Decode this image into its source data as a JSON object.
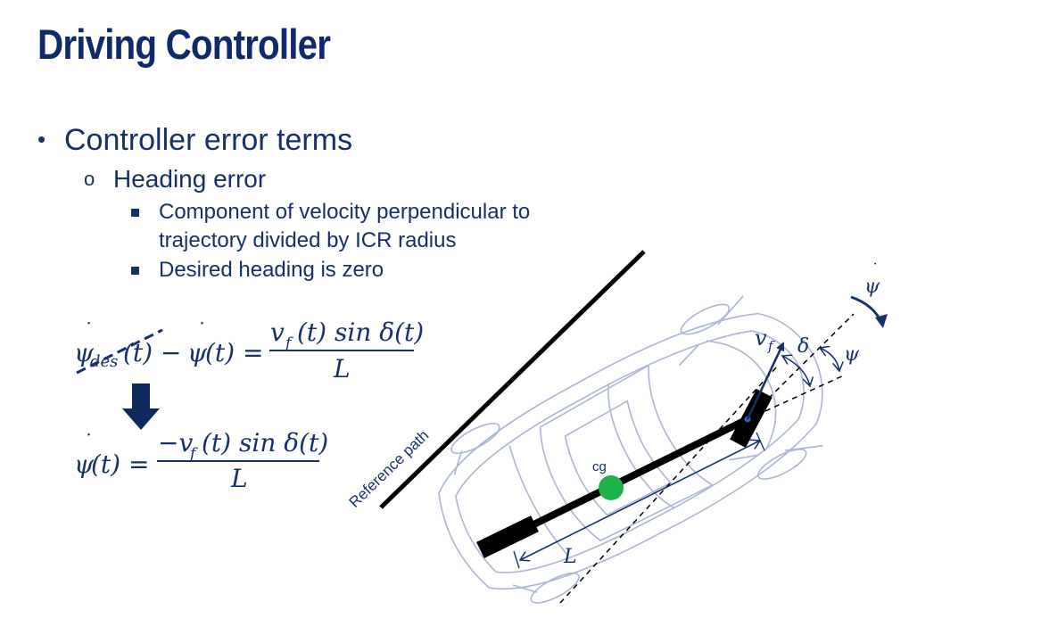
{
  "slide": {
    "title": "Driving Controller"
  },
  "bullets": {
    "level1": "Controller error terms",
    "level2": "Heading error",
    "level3": [
      "Component of velocity perpendicular to",
      "trajectory divided by ICR radius",
      "Desired heading is zero"
    ],
    "marks": {
      "level1": "•",
      "level2": "o"
    }
  },
  "equations": {
    "eq1": {
      "lhs_a": "ψ",
      "lhs_a_sub": "des",
      "lhs_t": "(t)",
      "minus": "−",
      "lhs_b": "ψ",
      "lhs_b_t": "(t) =",
      "numerator": "v",
      "numerator_sub": "f",
      "numerator_rest": "(t) sin δ(t)",
      "denominator": "L"
    },
    "eq2": {
      "lhs": "ψ",
      "lhs_t": "(t) =",
      "numerator": "−v",
      "numerator_sub": "f",
      "numerator_rest": "(t) sin δ(t)",
      "denominator": "L"
    },
    "arrow_icon": "down-arrow-icon"
  },
  "diagram": {
    "reference_path_label": "Reference path",
    "cg_label": "cg",
    "wheelbase_label": "L",
    "velocity_label": "v",
    "velocity_sub": "f",
    "steer_label": "δ",
    "heading_label": "ψ",
    "yaw_rate_label": "ψ",
    "colors": {
      "navy": "#15306b",
      "cg": "#1fb24a",
      "car_outline": "#aab6d3",
      "black": "#000000"
    }
  }
}
